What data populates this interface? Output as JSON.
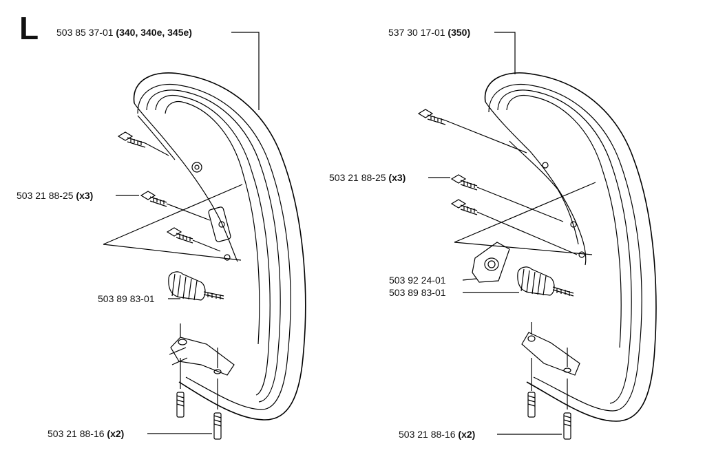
{
  "section_letter": "L",
  "left": {
    "handle": {
      "part": "503 85 37-01",
      "models": "(340, 340e, 345e)"
    },
    "screws_top": {
      "part": "503 21 88-25",
      "qty": "(x3)"
    },
    "damper": {
      "part": "503 89 83-01"
    },
    "screws_bottom": {
      "part": "503 21 88-16",
      "qty": "(x2)"
    }
  },
  "right": {
    "handle": {
      "part": "537 30 17-01",
      "models": "(350)"
    },
    "screws_top": {
      "part": "503 21 88-25",
      "qty": "(x3)"
    },
    "plate": {
      "part": "503 92 24-01"
    },
    "damper": {
      "part": "503 89 83-01"
    },
    "screws_bottom": {
      "part": "503 21 88-16",
      "qty": "(x2)"
    }
  }
}
